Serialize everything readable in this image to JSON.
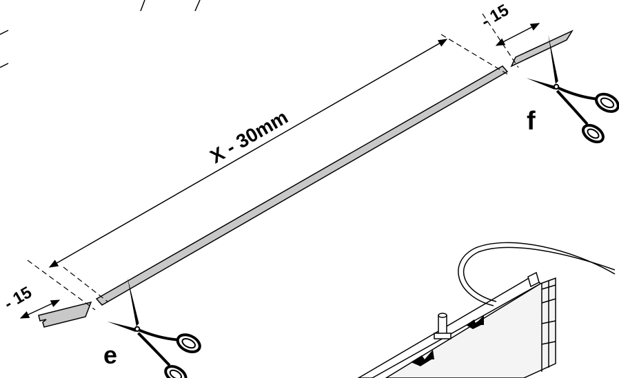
{
  "diagram": {
    "main_dimension_label": "X - 30mm",
    "left_trim_label": "- 15",
    "right_trim_label": "- 15",
    "cut_left_label": "e",
    "cut_right_label": "f"
  },
  "colors": {
    "strip_fill": "#c8c8c8",
    "line": "#000000",
    "background": "#ffffff",
    "profile_fill": "#f2f2f2"
  },
  "icons": [
    "scissors-icon",
    "arrow-icon"
  ]
}
